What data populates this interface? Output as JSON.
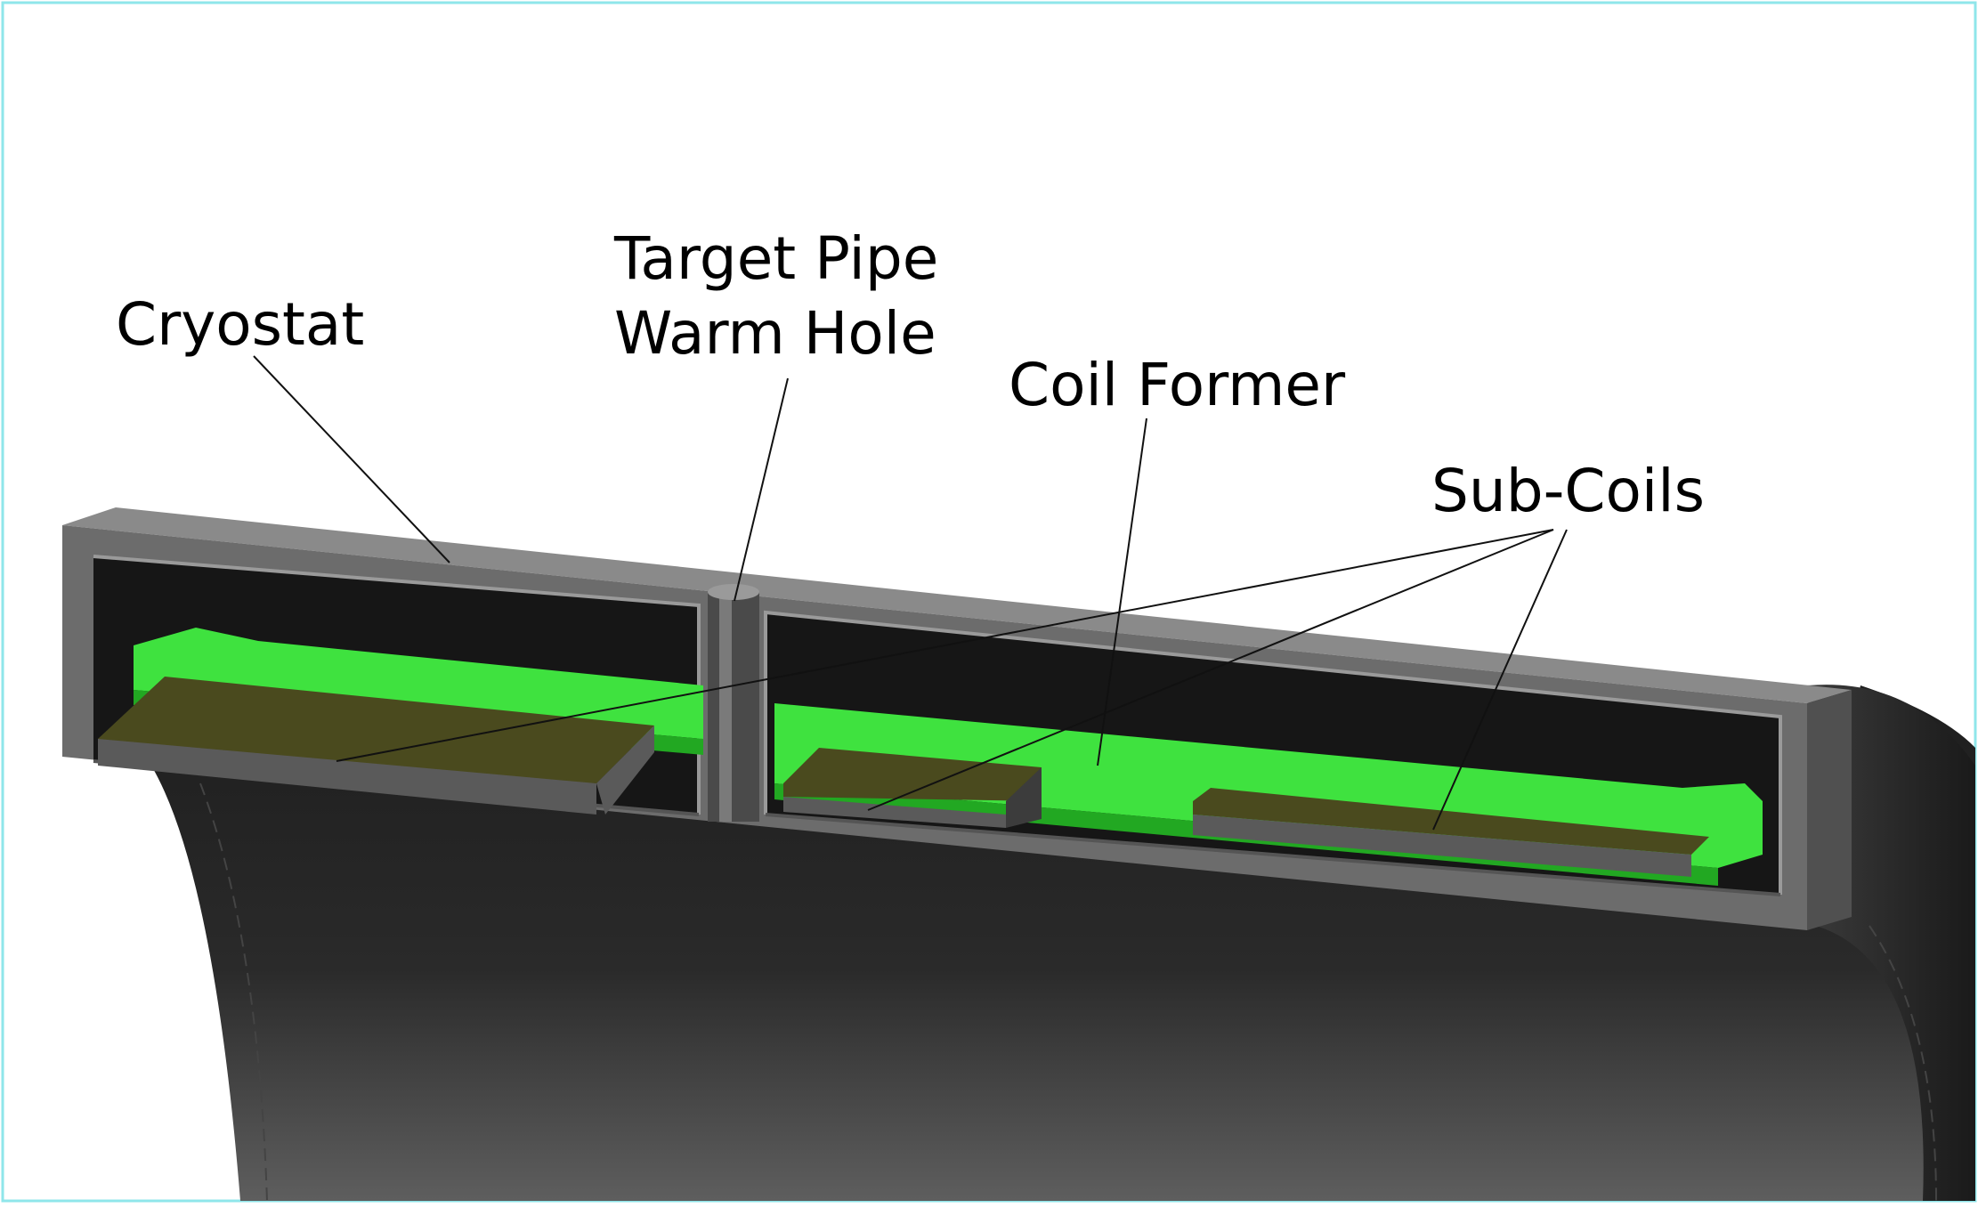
{
  "labels": {
    "cryostat": "Cryostat",
    "target_pipe_line1": "Target Pipe",
    "target_pipe_line2": "Warm Hole",
    "coil_former": "Coil Former",
    "sub_coils": "Sub-Coils"
  },
  "colors": {
    "border": "#8fe6ea",
    "cryostat_wall": "#6c6c6c",
    "cryostat_wall_light": "#8a8a8a",
    "interior": "#161616",
    "bore_dark": "#1e1e1e",
    "bore_light": "#5e5e5e",
    "coil_former": "#3fe23f",
    "coil_former_dark": "#22a822",
    "sub_coil": "#4a4a1e",
    "sub_coil_side": "#5a5a5a",
    "leader_line": "#111111"
  }
}
